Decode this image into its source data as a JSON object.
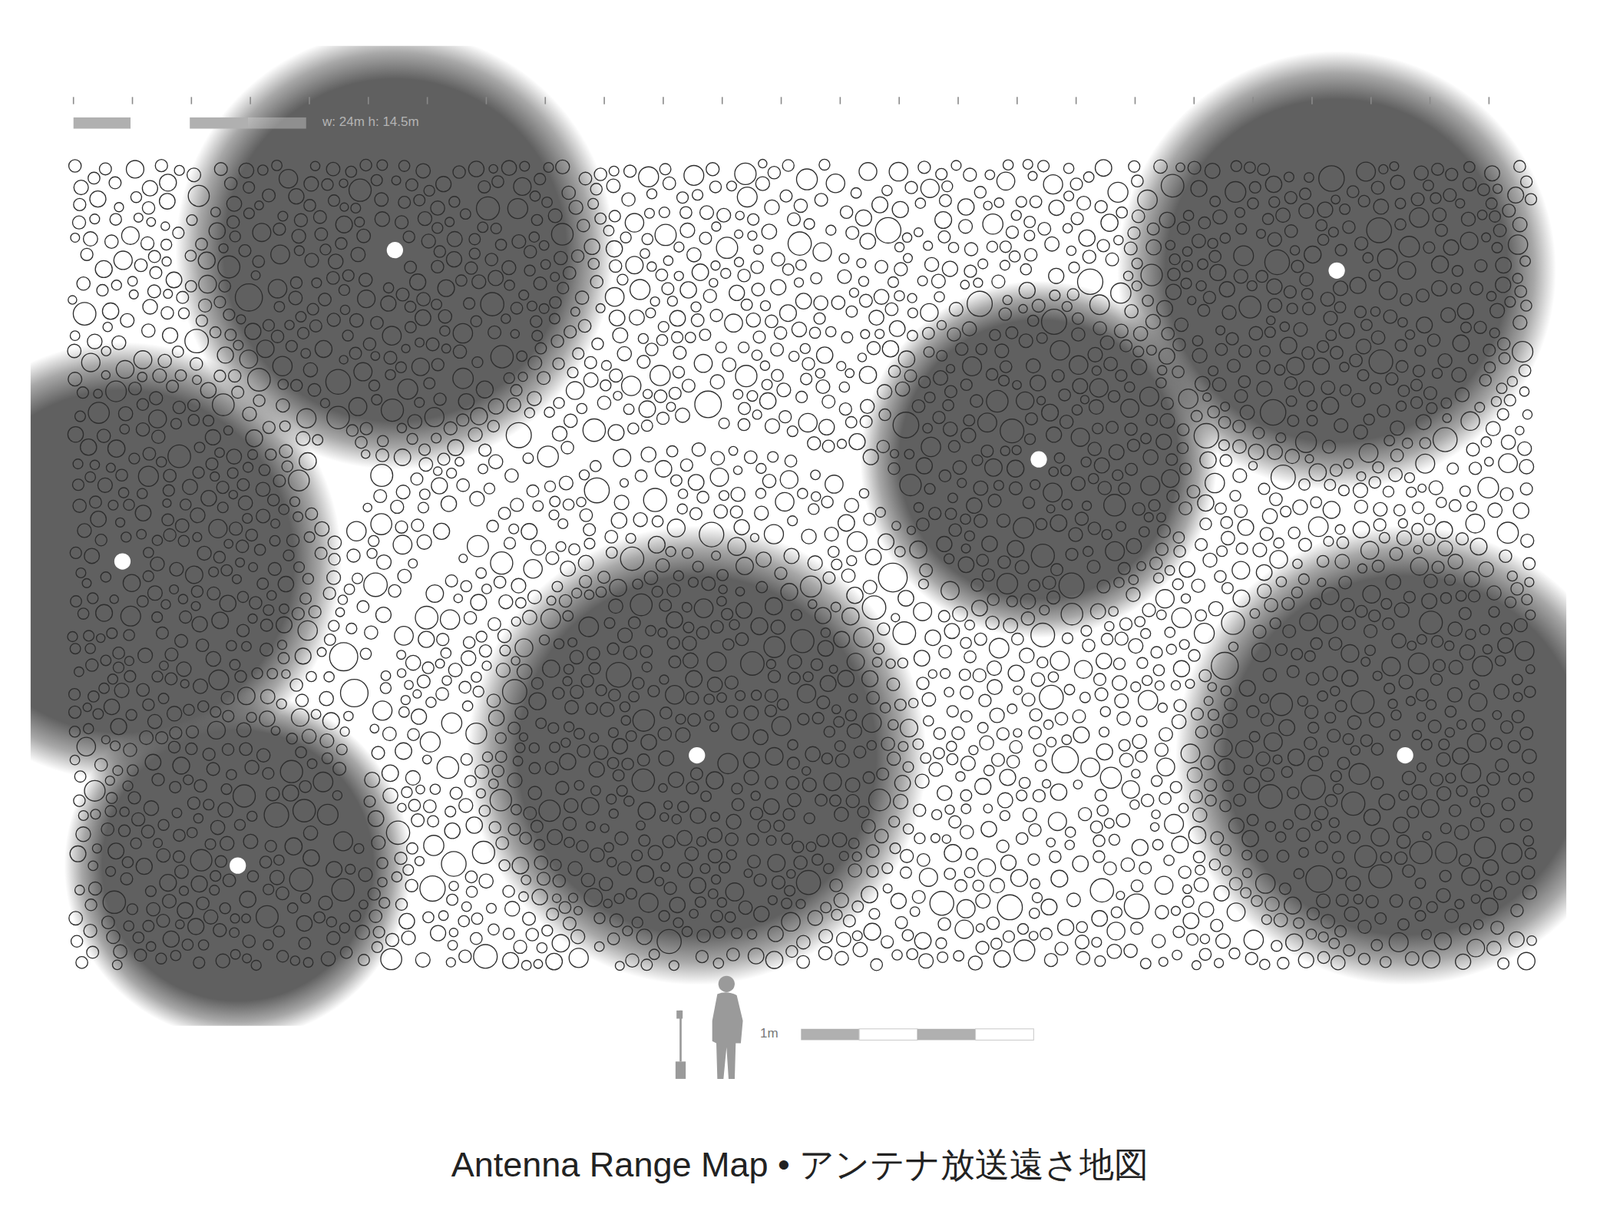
{
  "diagram": {
    "caption": "Antenna Range Map  •  アンテナ放送遠さ地図",
    "labels": [
      "w: 24m  h: 14.5m",
      "1m"
    ]
  }
}
